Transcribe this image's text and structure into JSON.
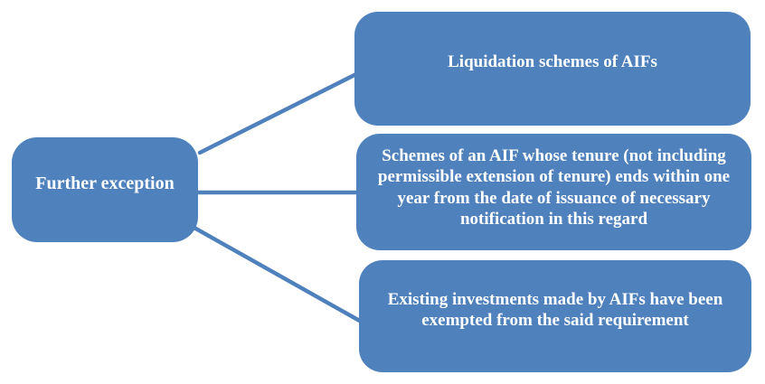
{
  "diagram": {
    "root": {
      "label": "Further exception"
    },
    "children": [
      {
        "label": "Liquidation schemes of AIFs"
      },
      {
        "label": "Schemes of an AIF whose tenure (not including permissible extension of tenure) ends within one year from the date of issuance of necessary notification in this regard"
      },
      {
        "label": "Existing investments made by AIFs have been exempted from the said requirement"
      }
    ],
    "colors": {
      "box_fill": "#4F81BD",
      "connector": "#4F81BD",
      "text": "#FFFFFF",
      "background": "#FFFFFF"
    }
  }
}
